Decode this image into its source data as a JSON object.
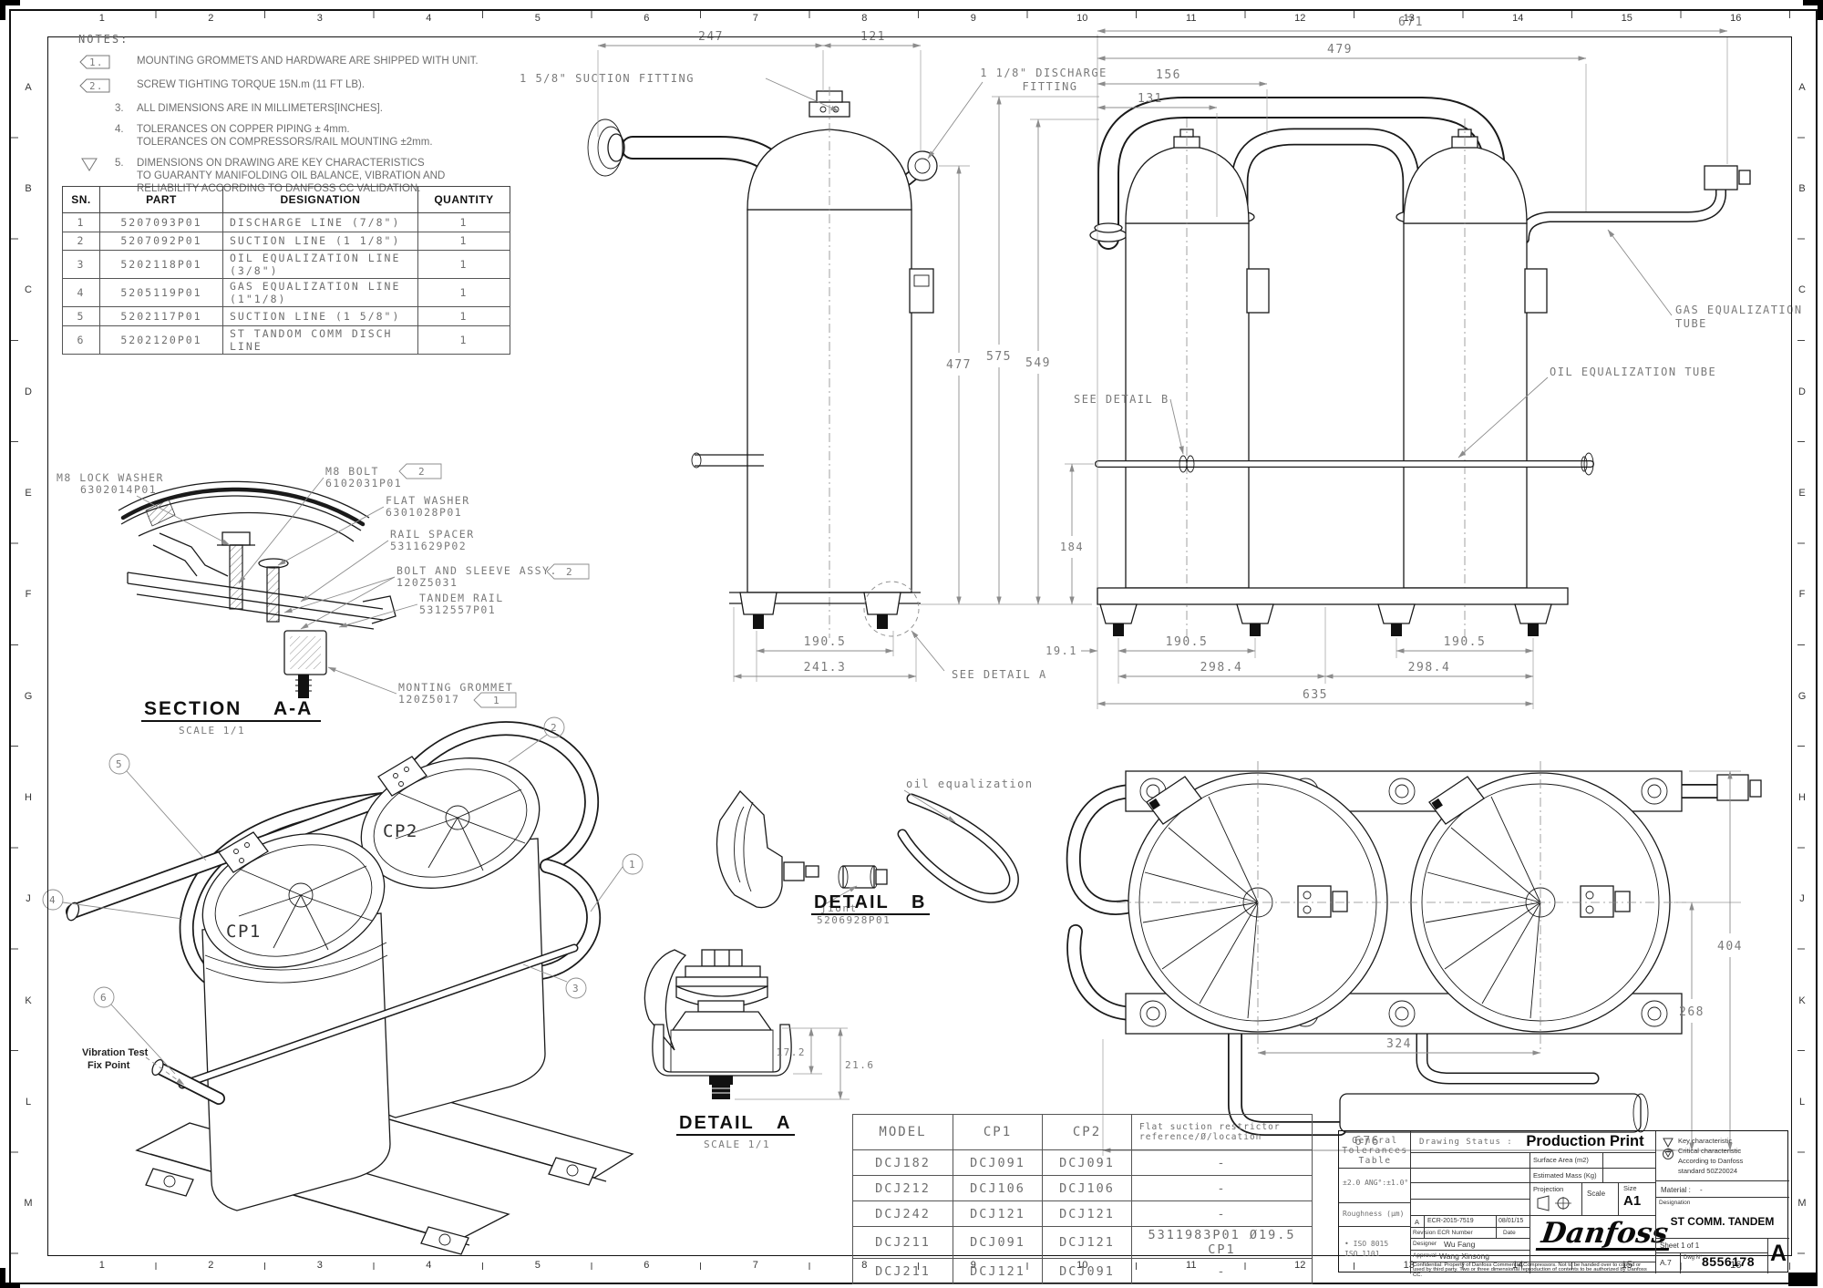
{
  "sheet": {
    "grid_cols": [
      "1",
      "2",
      "3",
      "4",
      "5",
      "6",
      "7",
      "8",
      "9",
      "10",
      "11",
      "12",
      "13",
      "14",
      "15",
      "16"
    ],
    "grid_rows": [
      "A",
      "B",
      "C",
      "D",
      "E",
      "F",
      "G",
      "H",
      "J",
      "K",
      "L",
      "M"
    ]
  },
  "notes": {
    "title": "NOTES:",
    "items": [
      {
        "num": "1.",
        "text": "MOUNTING GROMMETS AND HARDWARE ARE SHIPPED WITH UNIT."
      },
      {
        "num": "2.",
        "text": "SCREW TIGHTING TORQUE 15N.m (11 FT LB)."
      },
      {
        "num": "3.",
        "text": "ALL DIMENSIONS ARE IN MILLIMETERS[INCHES]."
      },
      {
        "num": "4.",
        "text": "TOLERANCES ON COPPER PIPING ± 4mm.\nTOLERANCES ON COMPRESSORS/RAIL MOUNTING ±2mm."
      },
      {
        "num": "5.",
        "text": "DIMENSIONS ON DRAWING ARE KEY CHARACTERISTICS\nTO GUARANTY MANIFOLDING OIL BALANCE, VIBRATION AND\nRELIABILITY ACCORDING TO DANFOSS CC VALIDATION."
      }
    ]
  },
  "parts_table": {
    "headers": [
      "SN.",
      "PART",
      "DESIGNATION",
      "QUANTITY"
    ],
    "rows": [
      [
        "1",
        "5207093P01",
        "DISCHARGE LINE (7/8\")",
        "1"
      ],
      [
        "2",
        "5207092P01",
        "SUCTION LINE (1 1/8\")",
        "1"
      ],
      [
        "3",
        "5202118P01",
        "OIL EQUALIZATION LINE (3/8\")",
        "1"
      ],
      [
        "4",
        "5205119P01",
        "GAS EQUALIZATION LINE (1\"1/8)",
        "1"
      ],
      [
        "5",
        "5202117P01",
        "SUCTION LINE (1 5/8\")",
        "1"
      ],
      [
        "6",
        "5202120P01",
        "ST TANDOM COMM DISCH LINE",
        "1"
      ]
    ]
  },
  "section_aa": {
    "title_word": "SECTION",
    "title_ref": "A-A",
    "scale": "SCALE  1/1",
    "labels": {
      "lock_washer": "M8 LOCK WASHER",
      "lock_washer_pn": "6302014P01",
      "bolt": "M8 BOLT",
      "bolt_pn": "6102031P01",
      "bolt_qty": "2",
      "flat_washer": "FLAT WASHER",
      "flat_washer_pn": "6301028P01",
      "rail_spacer": "RAIL SPACER",
      "rail_spacer_pn": "5311629P02",
      "bolt_sleeve": "BOLT AND SLEEVE ASSY.",
      "bolt_sleeve_pn": "120Z5031",
      "bolt_sleeve_qty": "2",
      "tandem_rail": "TANDEM RAIL",
      "tandem_rail_pn": "5312557P01",
      "grommet": "MONTING GROMMET",
      "grommet_pn": "120Z5017",
      "grommet_qty": "1"
    }
  },
  "callouts": {
    "suction_fitting": "1 5/8\" SUCTION FITTING",
    "discharge_fitting_1": "1 1/8\" DISCHARGE",
    "discharge_fitting_2": "FITTING",
    "gas_eq_1": "GAS EQUALIZATION",
    "gas_eq_2": "TUBE",
    "oil_eq_tube": "OIL EQUALIZATION TUBE",
    "see_detail_a": "SEE DETAIL  A",
    "see_detail_b": "SEE DETAIL  B",
    "cp1": "CP1",
    "cp2": "CP2",
    "vibration_1": "Vibration Test",
    "vibration_2": "Fix Point",
    "oil_equalization": "oil equalization",
    "joint": "jiont",
    "joint_pn": "5206928P01"
  },
  "balloons": [
    "1",
    "2",
    "3",
    "4",
    "5",
    "6"
  ],
  "dims": {
    "d247": "247",
    "d121": "121",
    "d671": "671",
    "d479": "479",
    "d156": "156",
    "d131": "131",
    "d477": "477",
    "d575": "575",
    "d549": "549",
    "d184": "184",
    "d190_5": "190.5",
    "d241_3": "241.3",
    "d19_1": "19.1",
    "d298_4": "298.4",
    "d635": "635",
    "d404": "404",
    "d268": "268",
    "d324": "324",
    "d676": "676",
    "d17_2": "17.2",
    "d21_6": "21.6"
  },
  "detail_a": {
    "title_word": "DETAIL",
    "title_ref": "A",
    "scale": "SCALE  1/1"
  },
  "detail_b": {
    "title_word": "DETAIL",
    "title_ref": "B"
  },
  "model_table": {
    "headers": [
      "MODEL",
      "CP1",
      "CP2",
      "Flat suction restrictor\nreference/Ø/location"
    ],
    "rows": [
      [
        "DCJ182",
        "DCJ091",
        "DCJ091",
        "-"
      ],
      [
        "DCJ212",
        "DCJ106",
        "DCJ106",
        "-"
      ],
      [
        "DCJ242",
        "DCJ121",
        "DCJ121",
        "-"
      ],
      [
        "DCJ211",
        "DCJ091",
        "DCJ121",
        "5311983P01 Ø19.5 CP1"
      ],
      [
        "DCJ211",
        "DCJ121",
        "DCJ091",
        "-"
      ]
    ]
  },
  "title_block": {
    "general_tol": "General\nTolerances\nTable",
    "tol_value": "±2.0  ANG°:±1.0°",
    "roughness": "Roughness (µm)",
    "iso": "•  ISO 8015\n    ISO 1101",
    "drawing_status_label": "Drawing Status :",
    "drawing_status": "Production Print",
    "surface_area": "Surface Area (m2)",
    "est_mass": "Estimated Mass (Kg)",
    "projection": "Projection",
    "scale_label": "Scale",
    "size_label": "Size",
    "size": "A1",
    "rev_letter": "A",
    "ecr": "ECR-2015-7519",
    "date": "08/01/15",
    "revision_label": "Revision",
    "ecr_label": "ECR Number",
    "date_label": "Date",
    "designer_label": "Designer",
    "designer": "Wu Fang",
    "approval_label": "Approval",
    "approval": "Wang Xinsong",
    "logo": "Danfoss",
    "key_char": "Key characteristic",
    "critical_char": "Critical characteristic",
    "key_std_1": "According to Danfoss",
    "key_std_2": "standard 50Z20024",
    "material_label": "Material :",
    "material": "-",
    "designation_label": "Designation",
    "designation": "ST COMM. TANDEM",
    "sheet": "Sheet 1 of 1",
    "a7": "A.7",
    "dwg_label": "Dwg N°",
    "dwg_no": "8556178",
    "size_letter": "A",
    "confidential": "Confidential: Property of Danfoss Commercial Compressors. Not to be handed over to copied or used by third party. Two or three dimensional reproduction of contents to be authorized by Danfoss CC."
  }
}
